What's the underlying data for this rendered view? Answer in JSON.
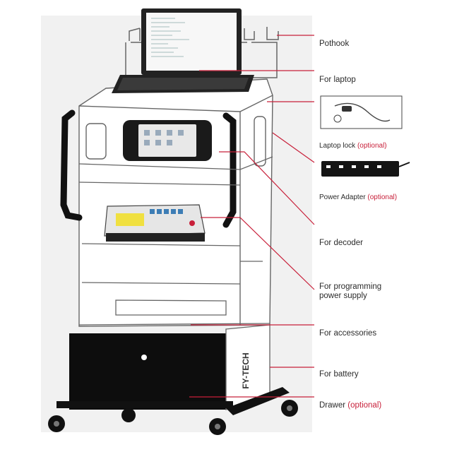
{
  "colors": {
    "line": "#c8203a",
    "optional": "#c8203a",
    "text": "#2b2b2b",
    "outline": "#555555"
  },
  "callouts": [
    {
      "id": "pothook",
      "text": "Pothook",
      "optional": ""
    },
    {
      "id": "laptop",
      "text": "For laptop",
      "optional": ""
    },
    {
      "id": "lock",
      "text": "Laptop lock",
      "optional": "(optional)"
    },
    {
      "id": "adapter",
      "text": "Power Adapter",
      "optional": "(optional)"
    },
    {
      "id": "decoder",
      "text": "For decoder",
      "optional": ""
    },
    {
      "id": "psu1",
      "text": "For programming",
      "optional": ""
    },
    {
      "id": "psu2",
      "text": "power supply",
      "optional": ""
    },
    {
      "id": "accessories",
      "text": "For accessories",
      "optional": ""
    },
    {
      "id": "battery",
      "text": "For battery",
      "optional": ""
    },
    {
      "id": "drawer",
      "text": "Drawer",
      "optional": "(optional)"
    }
  ],
  "cart_brand": "FY-TECH"
}
